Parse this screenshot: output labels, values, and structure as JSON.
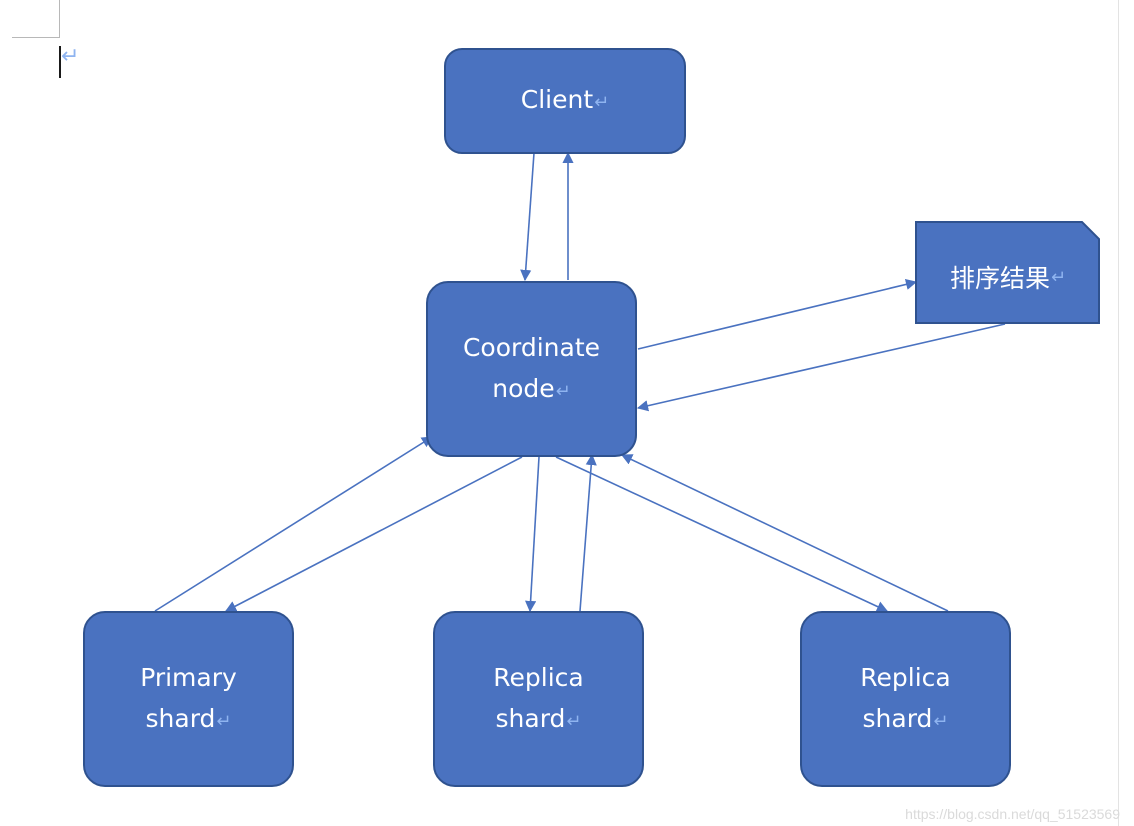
{
  "diagram": {
    "nodes": {
      "client": {
        "lines": [
          "Client"
        ]
      },
      "coordinate": {
        "lines": [
          "Coordinate",
          "node"
        ]
      },
      "result": {
        "label": "排序结果"
      },
      "primary": {
        "lines": [
          "Primary",
          "shard"
        ]
      },
      "replica1": {
        "lines": [
          "Replica",
          "shard"
        ]
      },
      "replica2": {
        "lines": [
          "Replica",
          "shard"
        ]
      }
    },
    "edges": [
      {
        "from": "client",
        "to": "coordinate"
      },
      {
        "from": "coordinate",
        "to": "client"
      },
      {
        "from": "coordinate",
        "to": "result"
      },
      {
        "from": "result",
        "to": "coordinate"
      },
      {
        "from": "primary",
        "to": "coordinate"
      },
      {
        "from": "coordinate",
        "to": "primary"
      },
      {
        "from": "coordinate",
        "to": "replica1"
      },
      {
        "from": "replica1",
        "to": "coordinate"
      },
      {
        "from": "coordinate",
        "to": "replica2"
      },
      {
        "from": "replica2",
        "to": "coordinate"
      }
    ]
  },
  "paragraph_mark": "↵",
  "watermark": "https://blog.csdn.net/qq_51523569",
  "colors": {
    "node_fill": "#4a72c0",
    "node_border": "#2f528f",
    "arrow": "#4a72c0",
    "text": "#ffffff"
  }
}
